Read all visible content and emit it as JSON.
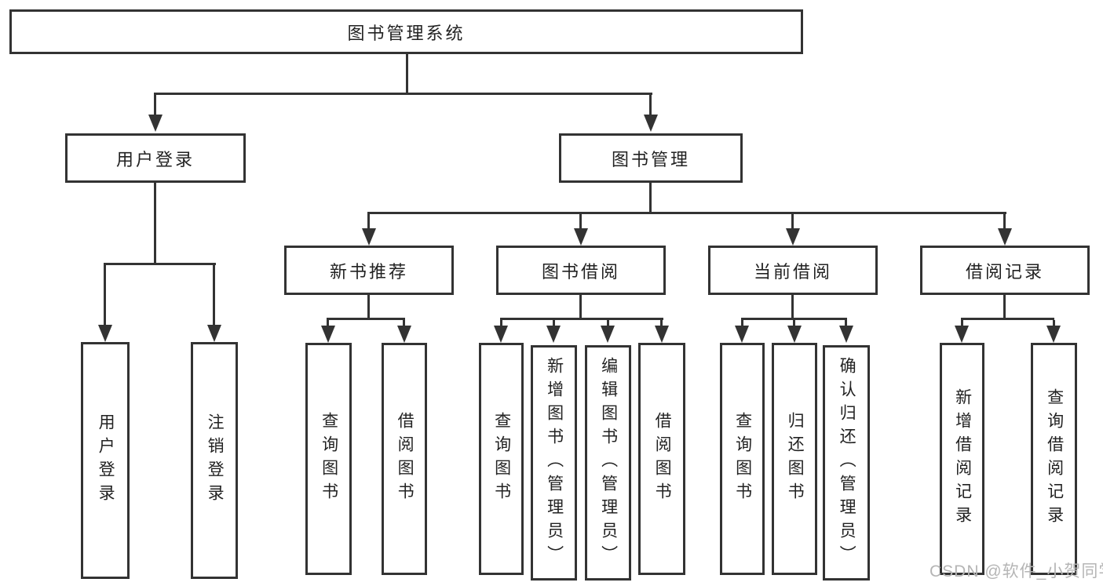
{
  "tree": {
    "root": {
      "label": "图书管理系统",
      "children": [
        {
          "label": "用户登录",
          "children": [
            {
              "label": "用户登录"
            },
            {
              "label": "注销登录"
            }
          ]
        },
        {
          "label": "图书管理",
          "children": [
            {
              "label": "新书推荐",
              "children": [
                {
                  "label": "查询图书"
                },
                {
                  "label": "借阅图书"
                }
              ]
            },
            {
              "label": "图书借阅",
              "children": [
                {
                  "label": "查询图书"
                },
                {
                  "label": "新增图书（管理员）"
                },
                {
                  "label": "编辑图书（管理员）"
                },
                {
                  "label": "借阅图书"
                }
              ]
            },
            {
              "label": "当前借阅",
              "children": [
                {
                  "label": "查询图书"
                },
                {
                  "label": "归还图书"
                },
                {
                  "label": "确认归还（管理员）"
                }
              ]
            },
            {
              "label": "借阅记录",
              "children": [
                {
                  "label": "新增借阅记录"
                },
                {
                  "label": "查询借阅记录"
                }
              ]
            }
          ]
        }
      ]
    }
  },
  "watermark": {
    "text": "CSDN @软件_小贺同学"
  },
  "colors": {
    "line": "#333333",
    "text": "#222222",
    "watermark": "#b5b5b5",
    "background": "#ffffff"
  }
}
